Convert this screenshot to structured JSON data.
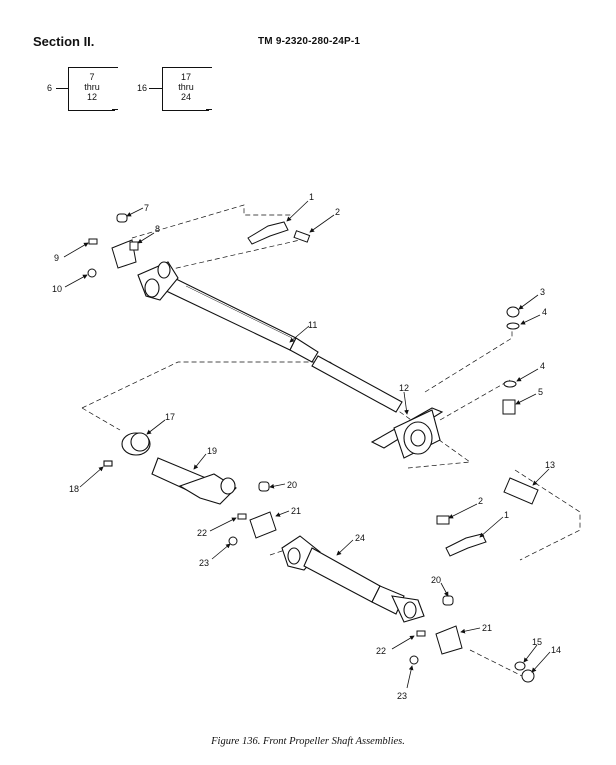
{
  "header": {
    "section": "Section II.",
    "tm_number": "TM 9-2320-280-24P-1"
  },
  "locator_boxes": [
    {
      "outer": "6",
      "line1": "7",
      "line2": "thru",
      "line3": "12"
    },
    {
      "outer": "16",
      "line1": "17",
      "line2": "thru",
      "line3": "24"
    }
  ],
  "callouts": {
    "c1a": "1",
    "c2a": "2",
    "c3": "3",
    "c4a": "4",
    "c4b": "4",
    "c5": "5",
    "c7": "7",
    "c8": "8",
    "c9": "9",
    "c10": "10",
    "c11": "11",
    "c12": "12",
    "c13": "13",
    "c2b": "2",
    "c1b": "1",
    "c17": "17",
    "c18": "18",
    "c19": "19",
    "c20a": "20",
    "c21a": "21",
    "c22a": "22",
    "c23a": "23",
    "c24": "24",
    "c20b": "20",
    "c21b": "21",
    "c22b": "22",
    "c23b": "23",
    "c15": "15",
    "c14": "14"
  },
  "caption": "Figure 136.  Front Propeller Shaft Assemblies."
}
